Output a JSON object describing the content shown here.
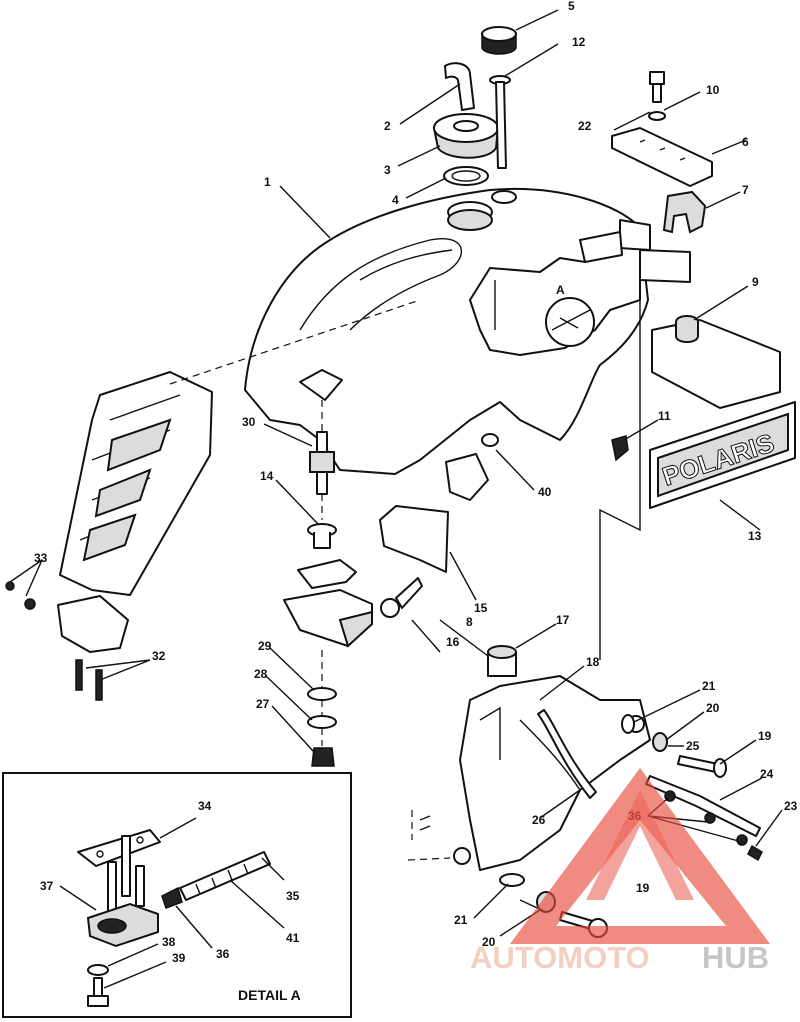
{
  "callouts": [
    {
      "id": "1",
      "text": "1"
    },
    {
      "id": "2",
      "text": "2"
    },
    {
      "id": "3",
      "text": "3"
    },
    {
      "id": "4",
      "text": "4"
    },
    {
      "id": "5",
      "text": "5"
    },
    {
      "id": "12",
      "text": "12"
    },
    {
      "id": "10",
      "text": "10"
    },
    {
      "id": "22",
      "text": "22"
    },
    {
      "id": "6",
      "text": "6"
    },
    {
      "id": "7",
      "text": "7"
    },
    {
      "id": "9",
      "text": "9"
    },
    {
      "id": "11",
      "text": "11"
    },
    {
      "id": "13",
      "text": "13"
    },
    {
      "id": "30",
      "text": "30"
    },
    {
      "id": "40",
      "text": "40"
    },
    {
      "id": "14",
      "text": "14"
    },
    {
      "id": "15",
      "text": "15"
    },
    {
      "id": "33",
      "text": "33"
    },
    {
      "id": "8",
      "text": "8"
    },
    {
      "id": "16",
      "text": "16"
    },
    {
      "id": "17",
      "text": "17"
    },
    {
      "id": "32",
      "text": "32"
    },
    {
      "id": "29",
      "text": "29"
    },
    {
      "id": "18",
      "text": "18"
    },
    {
      "id": "28",
      "text": "28"
    },
    {
      "id": "21a",
      "text": "21"
    },
    {
      "id": "27",
      "text": "27"
    },
    {
      "id": "20a",
      "text": "20"
    },
    {
      "id": "25",
      "text": "25"
    },
    {
      "id": "19a",
      "text": "19"
    },
    {
      "id": "34",
      "text": "34"
    },
    {
      "id": "24",
      "text": "24"
    },
    {
      "id": "23",
      "text": "23"
    },
    {
      "id": "26",
      "text": "26"
    },
    {
      "id": "36a",
      "text": "36"
    },
    {
      "id": "37",
      "text": "37"
    },
    {
      "id": "35",
      "text": "35"
    },
    {
      "id": "19b",
      "text": "19"
    },
    {
      "id": "21b",
      "text": "21"
    },
    {
      "id": "41",
      "text": "41"
    },
    {
      "id": "36b",
      "text": "36"
    },
    {
      "id": "38",
      "text": "38"
    },
    {
      "id": "20b",
      "text": "20"
    },
    {
      "id": "39",
      "text": "39"
    }
  ],
  "detail_title": "DETAIL A",
  "brand_plate": "POLARIS",
  "inset_letter": "A",
  "watermark": {
    "part1": "AUTOMOTO",
    "part2": "HUB",
    "accent_color": "#e84a3c",
    "text_color": "#f2c7b4",
    "hub_color": "#bdbdbd"
  }
}
